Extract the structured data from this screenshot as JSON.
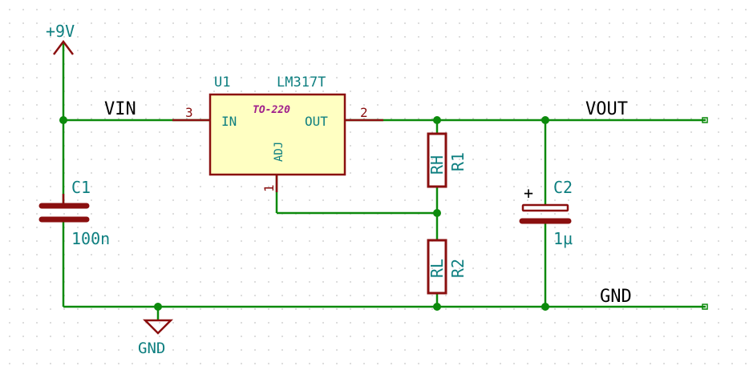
{
  "colors": {
    "background": "#ffffff",
    "grid_dot": "#c4c4c4",
    "wire": "#0c8a0c",
    "component": "#8a0f0f",
    "chip_fill": "#ffffc2",
    "label_teal": "#0e7f80",
    "net_label": "#000000",
    "package_text": "#a0208c"
  },
  "power": {
    "vcc_label": "+9V",
    "gnd_label": "GND"
  },
  "regulator": {
    "ref": "U1",
    "value": "LM317T",
    "package": "TO-220",
    "pin_in_name": "IN",
    "pin_out_name": "OUT",
    "pin_adj_name": "ADJ",
    "pin_in_number": "3",
    "pin_out_number": "2",
    "pin_adj_number": "1"
  },
  "components": {
    "c1": {
      "ref": "C1",
      "value": "100n"
    },
    "c2": {
      "ref": "C2",
      "value": "1µ",
      "polarity": "+"
    },
    "r1": {
      "ref": "R1",
      "value": "RH"
    },
    "r2": {
      "ref": "R2",
      "value": "RL"
    }
  },
  "nets": {
    "vin": "VIN",
    "vout": "VOUT",
    "gnd": "GND"
  }
}
